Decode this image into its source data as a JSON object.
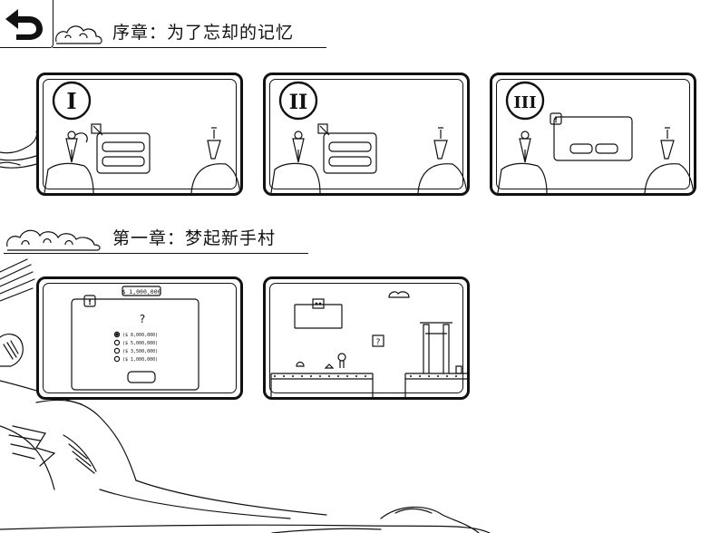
{
  "header": {
    "back_icon": "back-arrow-icon"
  },
  "chapters": [
    {
      "title": "序章：为了忘却的记忆",
      "levels": [
        {
          "numeral": "I",
          "hint_icon": ""
        },
        {
          "numeral": "II",
          "hint_icon": ""
        },
        {
          "numeral": "III",
          "hint_icon": "!"
        }
      ]
    },
    {
      "title": "第一章：梦起新手村",
      "levels": [
        {
          "price": "$ 1,000,000",
          "hint_icon": "!",
          "question": "?",
          "options": [
            "($ 8,000,000)",
            "($ 5,000,000)",
            "($ 3,500,000)",
            "($ 1,000,000)"
          ],
          "selected_index": 0
        },
        {
          "block_text": "?"
        }
      ]
    }
  ]
}
